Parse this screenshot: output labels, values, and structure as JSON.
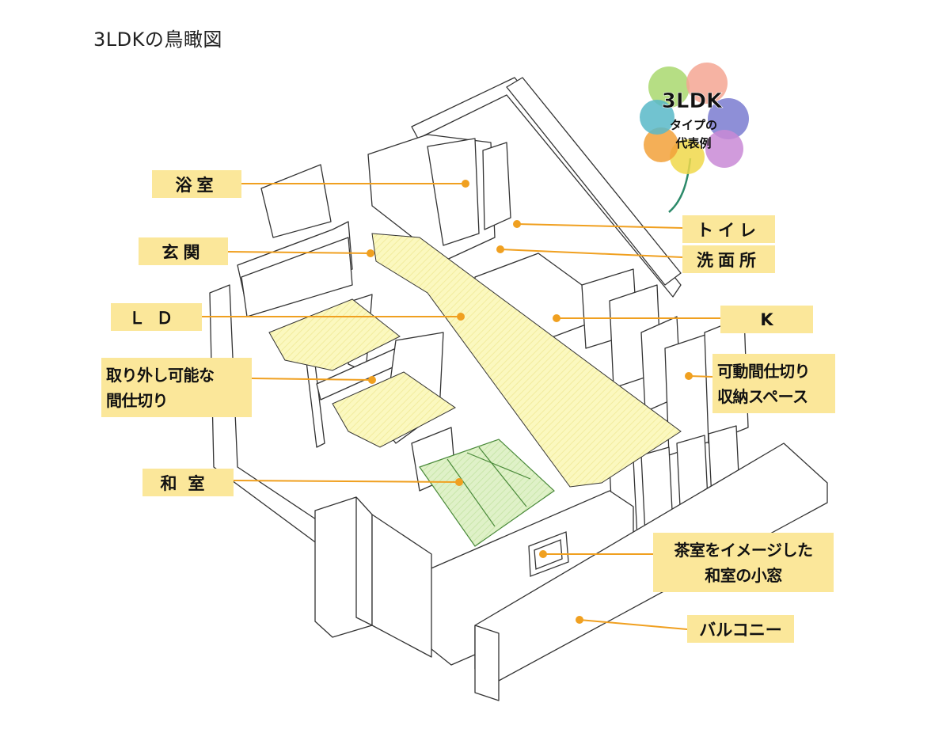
{
  "title": "3LDKの鳥瞰図",
  "logo": {
    "main": "3LDK",
    "line2": "タイプの",
    "line3": "代表例"
  },
  "labels": {
    "bathroom": "浴室",
    "entrance": "玄関",
    "ld": "ＬＤ",
    "removable_partition": [
      "取り外し可能な",
      "間仕切り"
    ],
    "japanese_room": "和室",
    "toilet": "トイレ",
    "washroom": "洗面所",
    "kitchen": "K",
    "movable_storage": [
      "可動間仕切り",
      "収納スペース"
    ],
    "tea_window": [
      "茶室をイメージした",
      "和室の小窓"
    ],
    "balcony": "バルコニー"
  },
  "colors": {
    "label_bg": "#fbe79a",
    "leader": "#f0a020",
    "ld_floor": "#fbf8bf",
    "tatami": "#d9efc0",
    "wall": "#ffffff",
    "line": "#333333"
  }
}
